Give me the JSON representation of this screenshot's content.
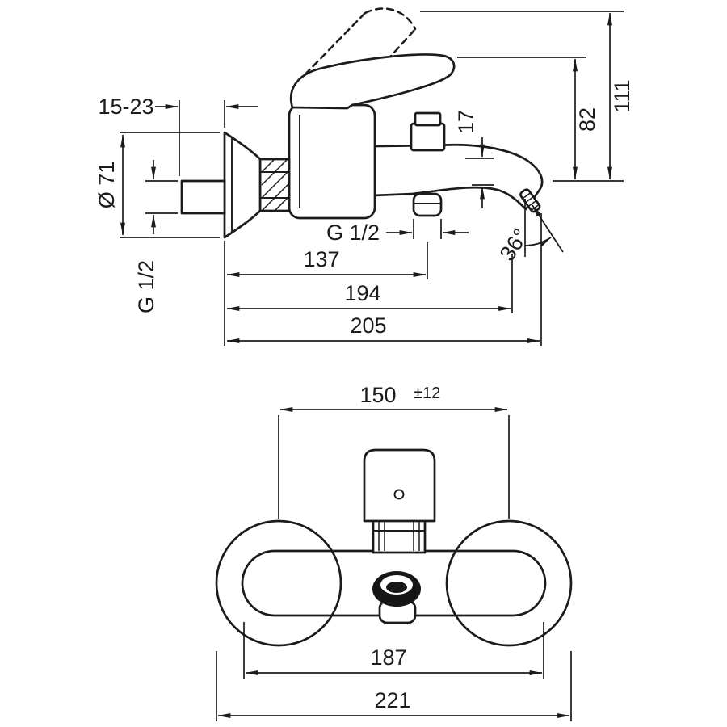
{
  "page": {
    "background": "#ffffff",
    "ink": "#1b1b1b"
  },
  "side_view": {
    "labels": {
      "wall_distance": "15-23",
      "escutcheon_diameter": "Ø 71",
      "supply_thread": "G 1/2",
      "outlet_thread": "G 1/2",
      "spout_drop": "17",
      "handle_closed_height": "82",
      "handle_open_height": "111",
      "spout_angle": "36°",
      "spout_reach": "137",
      "aerator_reach": "194",
      "total_reach": "205"
    }
  },
  "front_view": {
    "labels": {
      "center_distance": "150",
      "center_tolerance": "±12",
      "body_width": "187",
      "total_width": "221"
    }
  }
}
